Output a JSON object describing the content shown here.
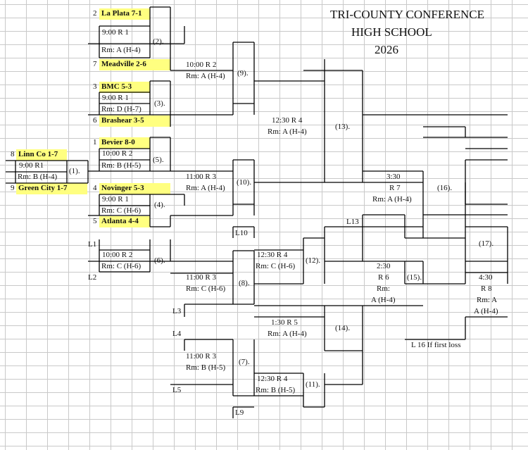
{
  "title": {
    "line1": "TRI-COUNTY CONFERENCE",
    "line2": "HIGH SCHOOL",
    "line3": "2026"
  },
  "seeds": {
    "s2": "2",
    "s7": "7",
    "s3": "3",
    "s6": "6",
    "s1": "1",
    "s4": "4",
    "s5": "5",
    "s8": "8",
    "s9": "9"
  },
  "teams": {
    "la_plata": "La Plata 7-1",
    "meadville": "Meadville 2-6",
    "bmc": "BMC 5-3",
    "brashear": "Brashear 3-5",
    "bevier": "Bevier 8-0",
    "novinger": "Novinger 5-3",
    "atlanta": "Atlanta 4-4",
    "linn_co": "Linn Co 1-7",
    "green_city": "Green City 1-7"
  },
  "games": {
    "g1": {
      "time": "9:00   R1",
      "room": "Rm: B (H-4)",
      "num": "(1)."
    },
    "g2": {
      "time": "9:00    R 1",
      "room": "Rm: A (H-4)",
      "num": "(2)."
    },
    "g3": {
      "time": "9:00    R 1",
      "room": "Rm: D (H-7)",
      "num": "(3)."
    },
    "g4": {
      "time": "9:00    R 1",
      "room": "Rm: C (H-6)",
      "num": "(4)."
    },
    "g5": {
      "time": "10:00   R 2",
      "room": "Rm: B (H-5)",
      "num": "(5)."
    },
    "g6": {
      "time": "10:00    R 2",
      "room": "Rm: C (H-6)",
      "num": "(6)."
    },
    "g7": {
      "time": "11:00   R 3",
      "room": "Rm: B (H-5)",
      "num": "(7)."
    },
    "g8": {
      "time": "11:00   R 3",
      "room": "Rm: C (H-6)",
      "num": "(8)."
    },
    "g9": {
      "time": "10:00   R 2",
      "room": "Rm: A (H-4)",
      "num": "(9)."
    },
    "g10": {
      "time": "11:00   R 3",
      "room": "Rm: A (H-4)",
      "num": "(10)."
    },
    "g11": {
      "time": "12:30   R 4",
      "room": "Rm: B (H-5)",
      "num": "(11)."
    },
    "g12": {
      "time": "12:30   R 4",
      "room": "Rm: C (H-6)",
      "num": "(12)."
    },
    "g13": {
      "time": "12:30   R 4",
      "room": "Rm: A (H-4)",
      "num": "(13)."
    },
    "g14": {
      "time": "1:30      R 5",
      "room": "Rm: A (H-4)",
      "num": "(14)."
    },
    "g15": {
      "time": "2:30",
      "round": "R 6",
      "rm": "Rm:",
      "room": "A (H-4)",
      "num": "(15)."
    },
    "g16": {
      "time": "3:30",
      "round": "R 7",
      "room": "Rm: A (H-4)",
      "num": "(16)."
    },
    "g17": {
      "time": "4:30",
      "round": "R 8",
      "rm": "Rm: A",
      "room": "A (H-4)",
      "num": "(17)."
    }
  },
  "losers": {
    "L1": "L1",
    "L2": "L2",
    "L3": "L3",
    "L4": "L4",
    "L5": "L5",
    "L9": "L9",
    "L10": "L10",
    "L13": "L13",
    "L16": "L 16 If first loss"
  }
}
